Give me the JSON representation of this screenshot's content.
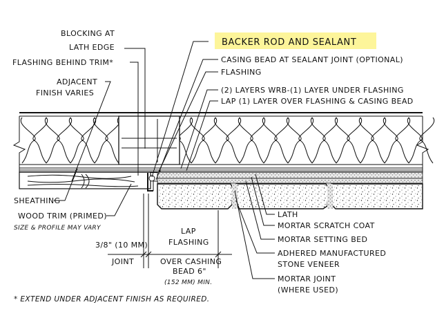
{
  "labels": {
    "blocking_1": "BLOCKING AT",
    "blocking_2": "LATH EDGE",
    "backer_rod": "BACKER ROD AND SEALANT",
    "flashing_behind_trim": "FLASHING BEHIND TRIM*",
    "casing_bead": "CASING BEAD AT SEALANT JOINT (OPTIONAL)",
    "adjacent_1": "ADJACENT",
    "adjacent_2": "FINISH VARIES",
    "flashing": "FLASHING",
    "wrb_1": "(2) LAYERS WRB-(1) LAYER UNDER FLASHING",
    "wrb_2": "LAP (1) LAYER OVER FLASHING & CASING BEAD",
    "sheathing": "SHEATHING",
    "wood_trim_1": "WOOD TRIM (PRIMED)",
    "wood_trim_2": "SIZE & PROFILE MAY VARY",
    "lath": "LATH",
    "scratch_coat": "MORTAR SCRATCH COAT",
    "setting_bed": "MORTAR SETTING BED",
    "veneer_1": "ADHERED MANUFACTURED",
    "veneer_2": "STONE VENEER",
    "mortar_joint_1": "MORTAR JOINT",
    "mortar_joint_2": "(WHERE USED)",
    "lap_1": "LAP",
    "lap_2": "FLASHING",
    "dim_joint_value": "3/8\" (10 MM)",
    "dim_joint_label": "JOINT",
    "over_1": "OVER CASHING",
    "over_2": "BEAD 6\"",
    "over_3": "(152 MM) MIN.",
    "footnote": "* EXTEND UNDER ADJACENT FINISH AS REQUIRED."
  },
  "highlight_color": "#fdf59a"
}
